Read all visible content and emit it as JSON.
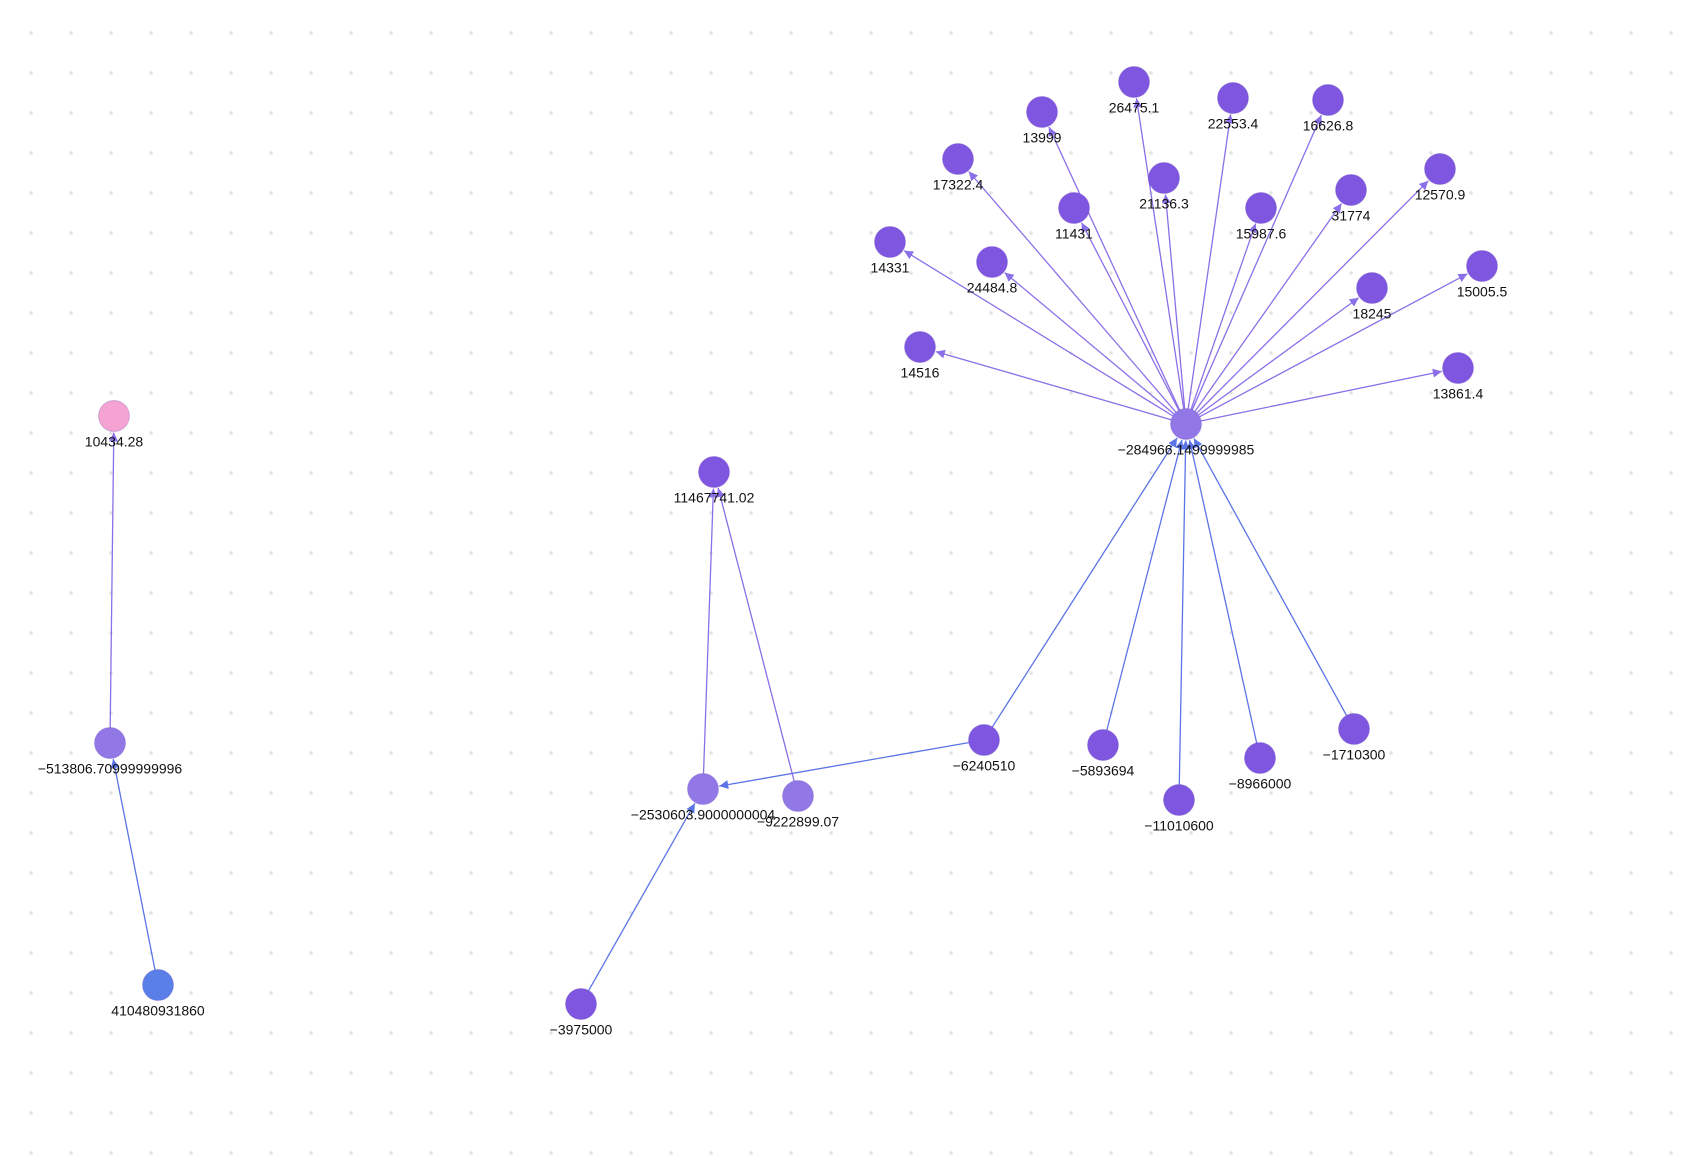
{
  "colors": {
    "default_node": "#7f56e0",
    "hub_node": "#9277e6",
    "pink_node": "#f4a3d3",
    "blue_node": "#5a7fe8",
    "edge_purple": "#8b6fe8",
    "edge_blue": "#5b74e6",
    "label": "#111111"
  },
  "graph": {
    "nodes": [
      {
        "id": "hub",
        "label": "−284966.1499999985",
        "kind": "hub"
      },
      {
        "id": "n26475",
        "label": "26475.1"
      },
      {
        "id": "n22553",
        "label": "22553.4"
      },
      {
        "id": "n16626",
        "label": "16626.8"
      },
      {
        "id": "n13999",
        "label": "13999"
      },
      {
        "id": "n17322",
        "label": "17322.4"
      },
      {
        "id": "n21136",
        "label": "21136.3"
      },
      {
        "id": "n11431",
        "label": "11431"
      },
      {
        "id": "n15987",
        "label": "15987.6"
      },
      {
        "id": "n31774",
        "label": "31774"
      },
      {
        "id": "n12570",
        "label": "12570.9"
      },
      {
        "id": "n14331",
        "label": "14331"
      },
      {
        "id": "n24484",
        "label": "24484.8"
      },
      {
        "id": "n18245",
        "label": "18245"
      },
      {
        "id": "n15005",
        "label": "15005.5"
      },
      {
        "id": "n14516",
        "label": "14516"
      },
      {
        "id": "n13861",
        "label": "13861.4"
      },
      {
        "id": "m6240510",
        "label": "−6240510"
      },
      {
        "id": "m5893694",
        "label": "−5893694"
      },
      {
        "id": "m11010600",
        "label": "−11010600"
      },
      {
        "id": "m8966000",
        "label": "−8966000"
      },
      {
        "id": "m1710300",
        "label": "−1710300"
      },
      {
        "id": "n11467741",
        "label": "11467741.02"
      },
      {
        "id": "m2530603",
        "label": "−2530603.9000000004",
        "kind": "hub"
      },
      {
        "id": "m9222899",
        "label": "−9222899.07",
        "kind": "hub"
      },
      {
        "id": "m3975000",
        "label": "−3975000"
      },
      {
        "id": "n10434",
        "label": "10434.28",
        "kind": "pink"
      },
      {
        "id": "m513806",
        "label": "−513806.70999999996",
        "kind": "hub"
      },
      {
        "id": "n410480931860",
        "label": "410480931860",
        "kind": "blue"
      }
    ],
    "edges": [
      {
        "source": "hub",
        "target": "n26475",
        "color": "purple"
      },
      {
        "source": "hub",
        "target": "n22553",
        "color": "purple"
      },
      {
        "source": "hub",
        "target": "n16626",
        "color": "purple"
      },
      {
        "source": "hub",
        "target": "n13999",
        "color": "purple"
      },
      {
        "source": "hub",
        "target": "n17322",
        "color": "purple"
      },
      {
        "source": "hub",
        "target": "n21136",
        "color": "purple"
      },
      {
        "source": "hub",
        "target": "n11431",
        "color": "purple"
      },
      {
        "source": "hub",
        "target": "n15987",
        "color": "purple"
      },
      {
        "source": "hub",
        "target": "n31774",
        "color": "purple"
      },
      {
        "source": "hub",
        "target": "n12570",
        "color": "purple"
      },
      {
        "source": "hub",
        "target": "n14331",
        "color": "purple"
      },
      {
        "source": "hub",
        "target": "n24484",
        "color": "purple"
      },
      {
        "source": "hub",
        "target": "n18245",
        "color": "purple"
      },
      {
        "source": "hub",
        "target": "n15005",
        "color": "purple"
      },
      {
        "source": "hub",
        "target": "n14516",
        "color": "purple"
      },
      {
        "source": "hub",
        "target": "n13861",
        "color": "purple"
      },
      {
        "source": "m6240510",
        "target": "hub",
        "color": "blue"
      },
      {
        "source": "m5893694",
        "target": "hub",
        "color": "blue"
      },
      {
        "source": "m11010600",
        "target": "hub",
        "color": "blue"
      },
      {
        "source": "m8966000",
        "target": "hub",
        "color": "blue"
      },
      {
        "source": "m1710300",
        "target": "hub",
        "color": "blue"
      },
      {
        "source": "m6240510",
        "target": "m2530603",
        "color": "blue"
      },
      {
        "source": "m2530603",
        "target": "n11467741",
        "color": "purple"
      },
      {
        "source": "m9222899",
        "target": "n11467741",
        "color": "purple"
      },
      {
        "source": "m3975000",
        "target": "m2530603",
        "color": "blue"
      },
      {
        "source": "m513806",
        "target": "n10434",
        "color": "purple"
      },
      {
        "source": "n410480931860",
        "target": "m513806",
        "color": "blue"
      }
    ]
  }
}
